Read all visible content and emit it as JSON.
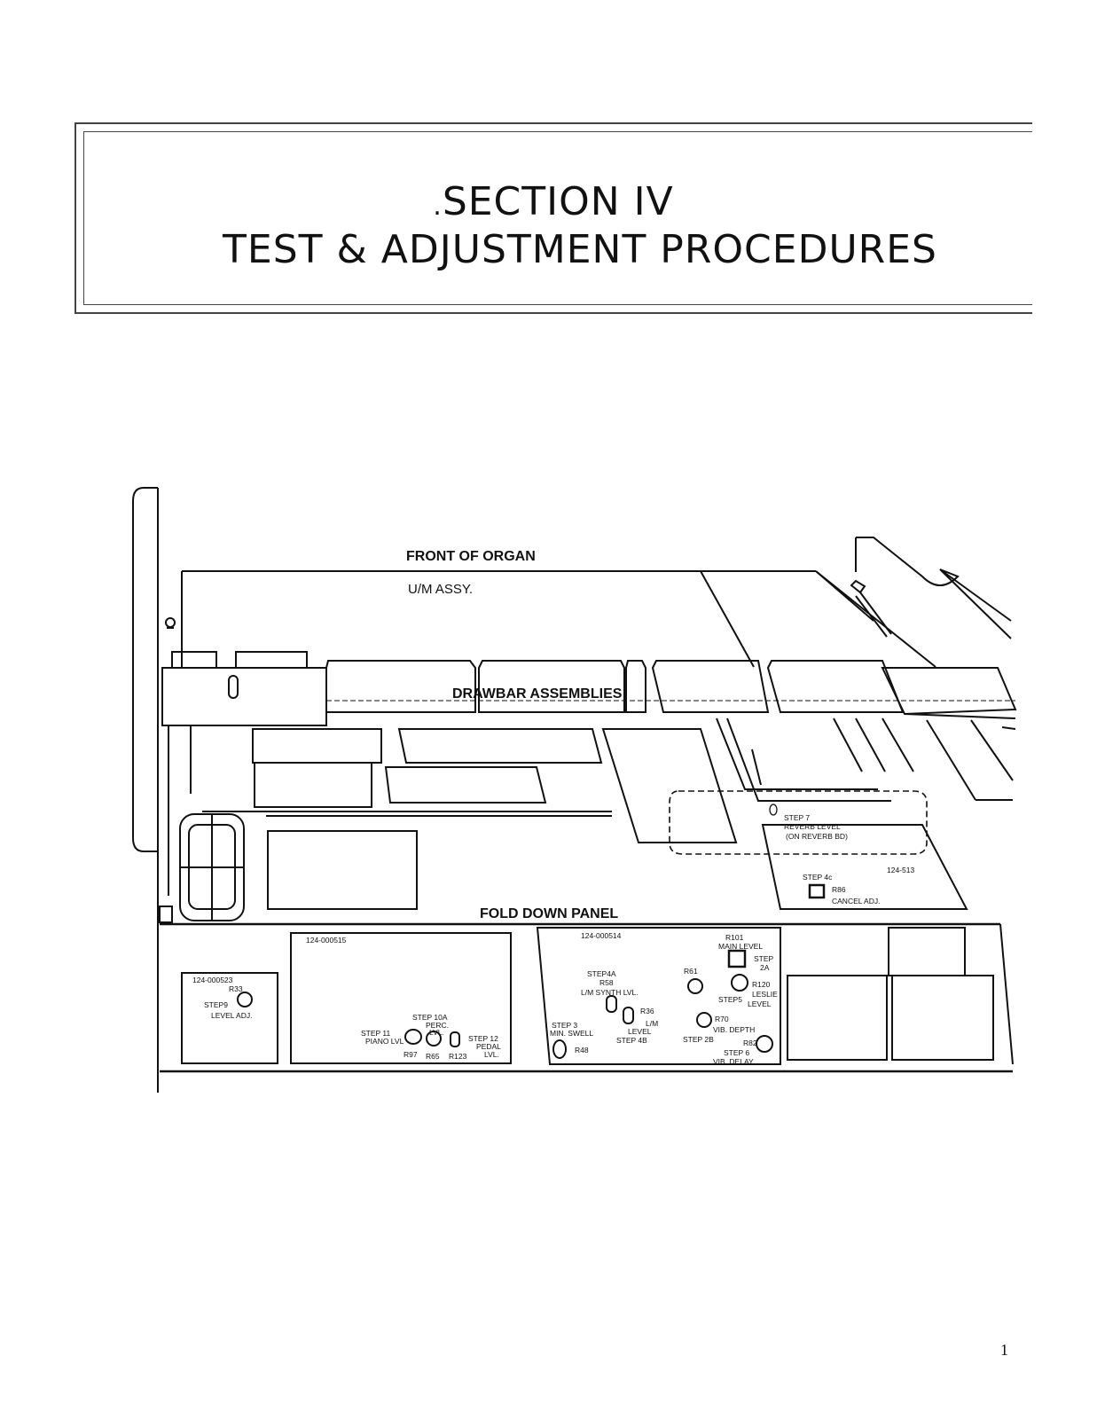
{
  "title": {
    "line1": "SECTION IV",
    "line2": "TEST & ADJUSTMENT PROCEDURES"
  },
  "page_number": "1",
  "diagram": {
    "front_of_organ": "FRONT OF ORGAN",
    "um_assy": "U/M ASSY.",
    "drawbar": "DRAWBAR ASSEMBLIES",
    "fold_down_panel": "FOLD DOWN PANEL",
    "reverb": {
      "step": "STEP 7",
      "level": "REVERB LEVEL",
      "board": "(ON REVERB BD)"
    },
    "board_513": "124-513",
    "cancel": {
      "step": "STEP 4c",
      "resistor": "R86",
      "label": "CANCEL ADJ."
    },
    "board_523": {
      "part": "124-000523",
      "resistor": "R33",
      "step": "STEP9",
      "label": "LEVEL ADJ."
    },
    "board_515": {
      "part": "124-000515",
      "step10a": "STEP 10A",
      "perc": "PERC.",
      "lvl": "LVL.",
      "step11": "STEP 11",
      "piano": "PIANO LVL",
      "step12": "STEP 12",
      "pedal": "PEDAL",
      "pedal_lvl": "LVL.",
      "r97": "R97",
      "r65": "R65",
      "r123": "R123"
    },
    "board_514": {
      "part": "124-000514",
      "step4a": "STEP4A",
      "r58": "R58",
      "lm_synth": "L/M SYNTH LVL.",
      "r36": "R36",
      "lm": "L/M",
      "level": "LEVEL",
      "step4b": "STEP 4B",
      "step3": "STEP 3",
      "min_swell": "MIN. SWELL",
      "r48": "R48",
      "r61": "R61",
      "r101": "R101",
      "main_level": "MAIN LEVEL",
      "step": "STEP",
      "2a": "2A",
      "r120": "R120",
      "step5": "STEP5",
      "leslie": "LESLIE",
      "leslie_level": "LEVEL",
      "r70": "R70",
      "vib_depth": "VIB. DEPTH",
      "step2b": "STEP 2B",
      "r82": "R82",
      "step6": "STEP 6",
      "vib_delay": "VIB. DELAY"
    }
  }
}
